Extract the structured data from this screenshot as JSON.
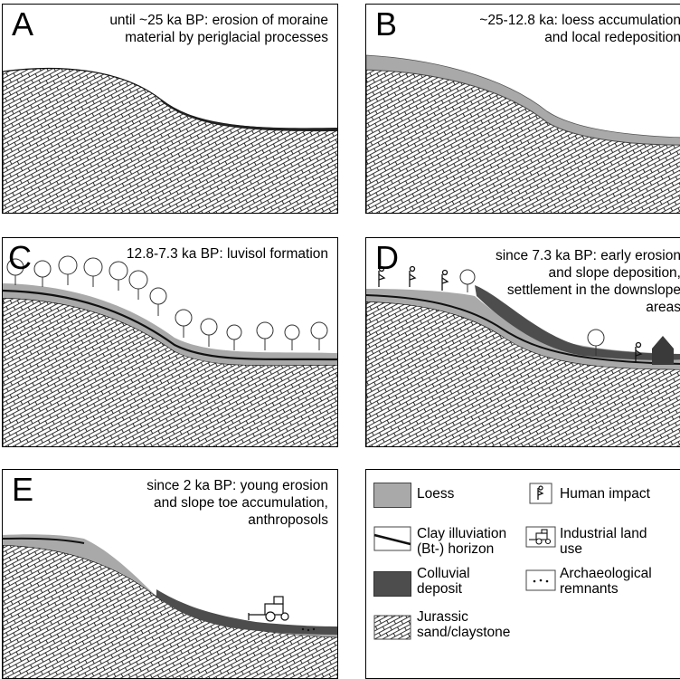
{
  "panels": [
    {
      "letter": "A",
      "caption": "until ~25 ka BP: erosion of moraine\nmaterial by periglacial processes"
    },
    {
      "letter": "B",
      "caption": "~25-12.8 ka: loess accumulation\nand local redeposition"
    },
    {
      "letter": "C",
      "caption": "12.8-7.3 ka BP: luvisol formation"
    },
    {
      "letter": "D",
      "caption": "since 7.3 ka BP: early erosion\nand slope deposition,\nsettlement in the downslope\nareas"
    },
    {
      "letter": "E",
      "caption": "since 2 ka BP: young erosion\nand slope toe accumulation,\nanthroposols"
    }
  ],
  "legend": {
    "loess": "Loess",
    "clay": "Clay illuviation\n(Bt-) horizon",
    "colluvial": "Colluvial\ndeposit",
    "jurassic": "Jurassic\nsand/claystone",
    "human": "Human impact",
    "industrial": "Industrial land\nuse",
    "archaeological": "Archaeological\nremnants"
  },
  "colors": {
    "loess": "#a9a9a9",
    "colluvial": "#4d4d4d",
    "line": "#111111",
    "bedrock_bg": "#ffffff"
  }
}
